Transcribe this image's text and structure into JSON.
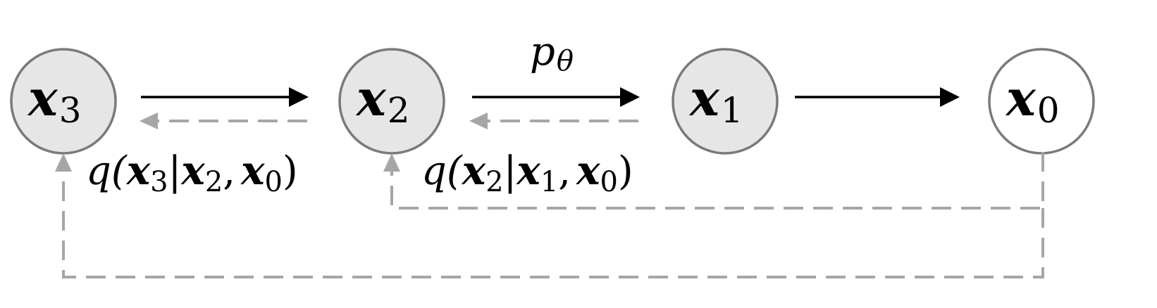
{
  "nodes": [
    {
      "var": "x",
      "sub": "3",
      "shaded": true
    },
    {
      "var": "x",
      "sub": "2",
      "shaded": true
    },
    {
      "var": "x",
      "sub": "1",
      "shaded": true
    },
    {
      "var": "x",
      "sub": "0",
      "shaded": false
    }
  ],
  "edge_labels": {
    "forward": {
      "var": "p",
      "sub": "θ"
    },
    "posterior_1": {
      "func": "q(",
      "a": "x",
      "a_sub": "3",
      "bar": "|",
      "b": "x",
      "b_sub": "2",
      "comma": ",",
      "c": "x",
      "c_sub": "0",
      "close": ")"
    },
    "posterior_2": {
      "func": "q(",
      "a": "x",
      "a_sub": "2",
      "bar": "|",
      "b": "x",
      "b_sub": "1",
      "comma": ",",
      "c": "x",
      "c_sub": "0",
      "close": ")"
    }
  },
  "colors": {
    "shaded_fill": "#e6e6e6",
    "outline": "#7a7a7a",
    "forward_arrow": "#000000",
    "dashed_arrow": "#a6a6a6"
  }
}
